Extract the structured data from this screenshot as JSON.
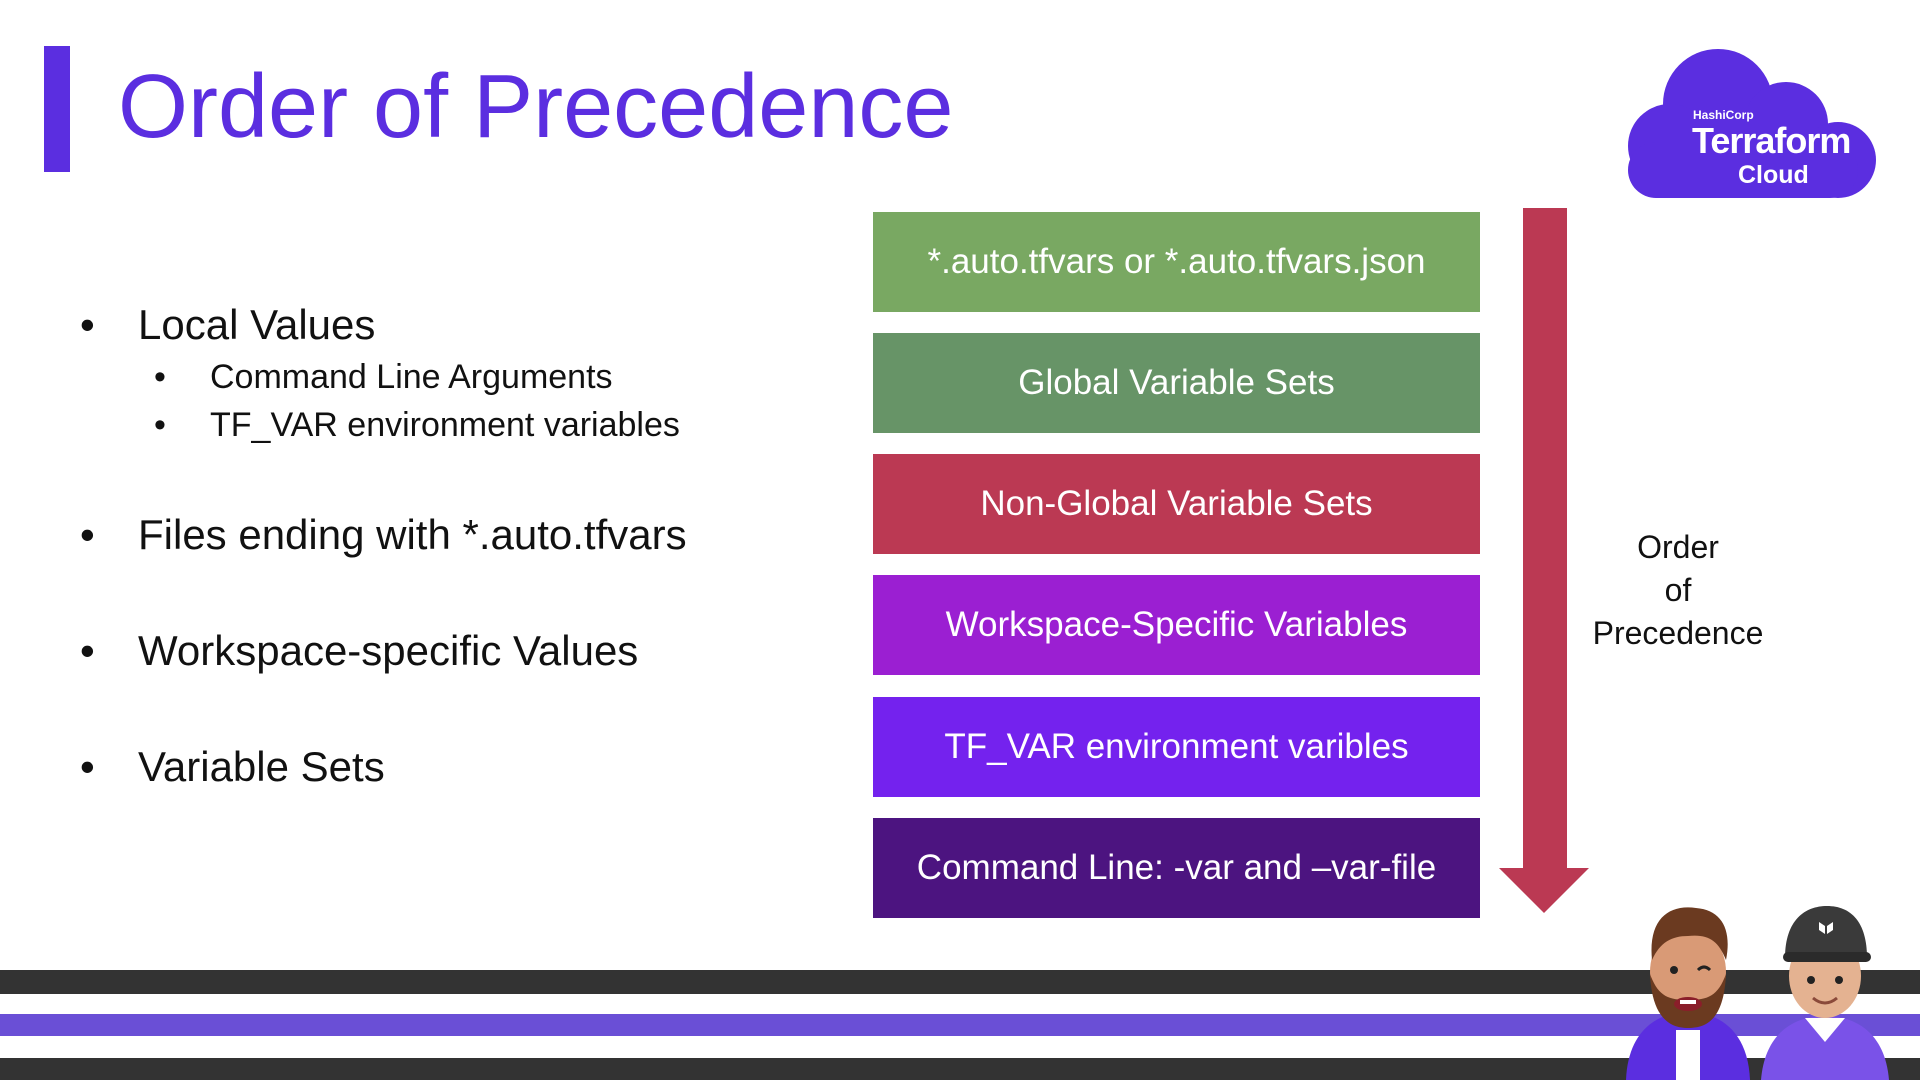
{
  "title": "Order of Precedence",
  "logo": {
    "brand": "HashiCorp",
    "name": "Terraform",
    "sub": "Cloud"
  },
  "bullets": [
    {
      "text": "Local Values",
      "level": 1
    },
    {
      "text": "Command Line Arguments",
      "level": 2
    },
    {
      "text": "TF_VAR environment variables",
      "level": 2
    },
    {
      "text": "Files ending with *.auto.tfvars",
      "level": 1
    },
    {
      "text": "Workspace-specific Values",
      "level": 1
    },
    {
      "text": "Variable Sets",
      "level": 1
    }
  ],
  "precedence": [
    {
      "label": "*.auto.tfvars or *.auto.tfvars.json",
      "color": "#79a862"
    },
    {
      "label": "Global Variable Sets",
      "color": "#679467"
    },
    {
      "label": "Non-Global Variable Sets",
      "color": "#bb3953"
    },
    {
      "label": "Workspace-Specific Variables",
      "color": "#9b1fd2"
    },
    {
      "label": "TF_VAR environment varibles",
      "color": "#7422ee"
    },
    {
      "label": "Command Line: -var and –var-file",
      "color": "#4c1480"
    }
  ],
  "arrow_label": {
    "line1": "Order",
    "line2": "of",
    "line3": "Precedence"
  },
  "colors": {
    "title": "#5b2ee0",
    "arrow": "#bb3953",
    "stripe_dark": "#333333",
    "stripe_purple": "#6a4fd6"
  }
}
